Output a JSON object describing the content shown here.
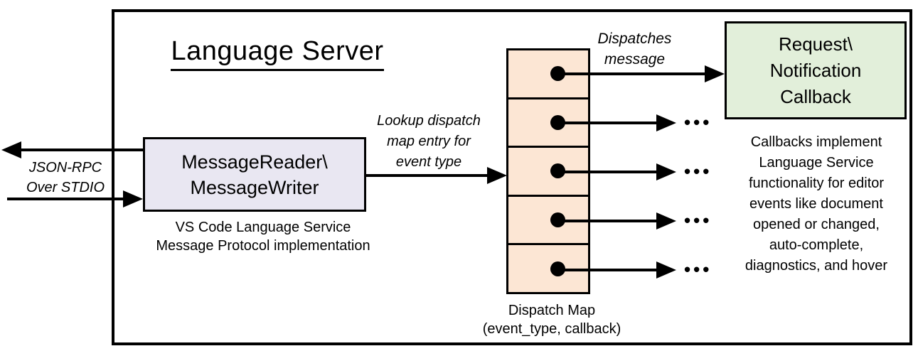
{
  "title": "Language Server",
  "colors": {
    "reader_fill": "#e9e7f2",
    "dispatch_fill": "#fce6d4",
    "callback_fill": "#e2efda",
    "line": "#000000"
  },
  "io_label": {
    "line1": "JSON-RPC",
    "line2": "Over STDIO"
  },
  "reader_box": {
    "line1": "MessageReader\\",
    "line2": "MessageWriter"
  },
  "reader_caption": {
    "line1": "VS Code Language Service",
    "line2": "Message Protocol implementation"
  },
  "lookup_label": {
    "line1": "Lookup dispatch",
    "line2": "map entry for",
    "line3": "event type"
  },
  "dispatches_label": {
    "line1": "Dispatches",
    "line2": "message"
  },
  "callback_box": {
    "line1": "Request\\",
    "line2": "Notification",
    "line3": "Callback"
  },
  "callback_caption": {
    "lines": [
      "Callbacks implement",
      "Language Service",
      "functionality for editor",
      "events like document",
      "opened or changed,",
      "auto-complete,",
      "diagnostics, and hover"
    ]
  },
  "dispatch_caption": {
    "line1": "Dispatch Map",
    "line2": "(event_type, callback)"
  },
  "icons": {
    "ellipsis": "•••",
    "entry_dot": "filled-circle"
  }
}
